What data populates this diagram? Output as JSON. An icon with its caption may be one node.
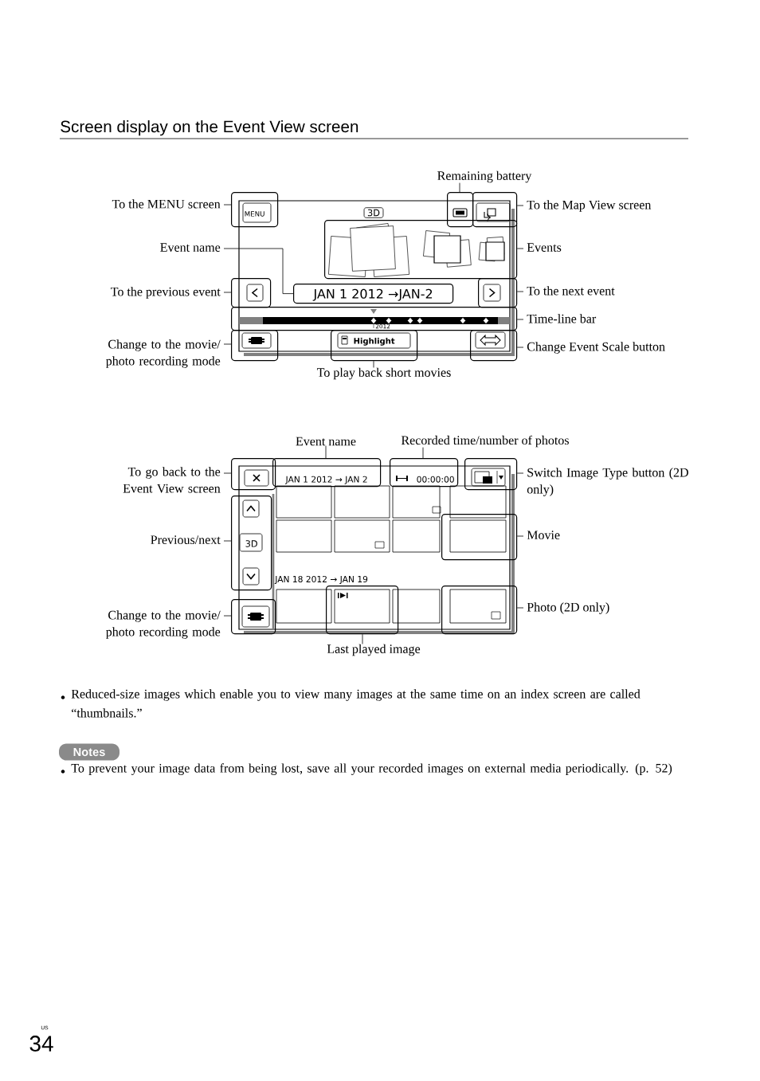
{
  "diagram": {
    "title": "Screen display on the Event View screen",
    "nodes": [
      {
        "text": [
          "To the MENU screen"
        ]
      },
      {
        "text": [
          "MENU"
        ]
      },
      {
        "text": [
          "Remaining battery"
        ]
      },
      {
        "text": [],
        "shape": "box"
      },
      {
        "text": [
          "To the Map View screen"
        ]
      },
      {
        "text": [],
        "shape": "box"
      },
      {
        "text": [
          "Event name"
        ]
      },
      {
        "text": [
          "JAN 1 2012 →JAN-2"
        ]
      },
      {
        "text": [
          "Events"
        ]
      },
      {
        "text": [],
        "shape": "box"
      },
      {
        "text": [
          "To the previous event"
        ]
      },
      {
        "text": [],
        "shape": "box"
      },
      {
        "text": [
          "To the next event"
        ]
      },
      {
        "text": [],
        "shape": "box"
      },
      {
        "text": [
          "Time-line bar"
        ]
      },
      {
        "text": [],
        "shape": "box"
      },
      {
        "text": [
          "Change to the movie/ photo recording mode"
        ]
      },
      {
        "text": [],
        "shape": "box"
      },
      {
        "text": [
          "To play back short movies"
        ]
      },
      {
        "text": [
          "Highlight"
        ]
      },
      {
        "text": [
          "Change Event Scale button"
        ]
      },
      {
        "text": [],
        "shape": "box"
      },
      {
        "text": [
          "Event name"
        ]
      },
      {
        "text": [
          "JAN 1 2012 → JAN 2"
        ]
      },
      {
        "text": [
          "Recorded time/number of photos"
        ]
      },
      {
        "text": [
          "00:00:00"
        ]
      },
      {
        "text": [
          "To go back to the Event View screen"
        ]
      },
      {
        "text": [],
        "shape": "box"
      },
      {
        "text": [
          "Switch Image Type button (2D only)"
        ]
      },
      {
        "text": [],
        "shape": "box"
      },
      {
        "text": [
          "Previous/next"
        ]
      },
      {
        "text": [
          "3D"
        ]
      },
      {
        "text": [
          "Movie"
        ]
      },
      {
        "text": [],
        "shape": "box"
      },
      {
        "text": [
          "Change to the movie/ photo recording mode"
        ]
      },
      {
        "text": [],
        "shape": "box"
      },
      {
        "text": [
          "Photo (2D only)"
        ]
      },
      {
        "text": [],
        "shape": "box"
      },
      {
        "text": [
          "Last played image"
        ]
      },
      {
        "text": [],
        "shape": "box"
      }
    ],
    "edges": [
      {
        "from": 0,
        "to": 1,
        "arrow": "none"
      },
      {
        "from": 2,
        "to": 3,
        "arrow": "none"
      },
      {
        "from": 4,
        "to": 5,
        "arrow": "none"
      },
      {
        "from": 6,
        "to": 7,
        "arrow": "none"
      },
      {
        "from": 8,
        "to": 9,
        "arrow": "none"
      },
      {
        "from": 10,
        "to": 11,
        "arrow": "none"
      },
      {
        "from": 12,
        "to": 13,
        "arrow": "none"
      },
      {
        "from": 14,
        "to": 15,
        "arrow": "none"
      },
      {
        "from": 16,
        "to": 17,
        "arrow": "none"
      },
      {
        "from": 18,
        "to": 19,
        "arrow": "none"
      },
      {
        "from": 20,
        "to": 21,
        "arrow": "none"
      },
      {
        "from": 22,
        "to": 23,
        "arrow": "none"
      },
      {
        "from": 24,
        "to": 25,
        "arrow": "none"
      },
      {
        "from": 26,
        "to": 27,
        "arrow": "none"
      },
      {
        "from": 28,
        "to": 29,
        "arrow": "none"
      },
      {
        "from": 30,
        "to": 31,
        "arrow": "none"
      },
      {
        "from": 32,
        "to": 33,
        "arrow": "none"
      },
      {
        "from": 34,
        "to": 35,
        "arrow": "none"
      },
      {
        "from": 36,
        "to": 37,
        "arrow": "none"
      },
      {
        "from": 38,
        "to": 39,
        "arrow": "none"
      }
    ],
    "labels": [
      "3D",
      "2012",
      "JAN 18 2012 → JAN 19",
      "Reduced-size images which enable you to view many images at the same time on an index screen are called “thumbnails.”",
      "Notes",
      "To prevent your image data from being lost, save all your recorded images on external media periodically. (p. 52)",
      "US",
      "34"
    ]
  }
}
